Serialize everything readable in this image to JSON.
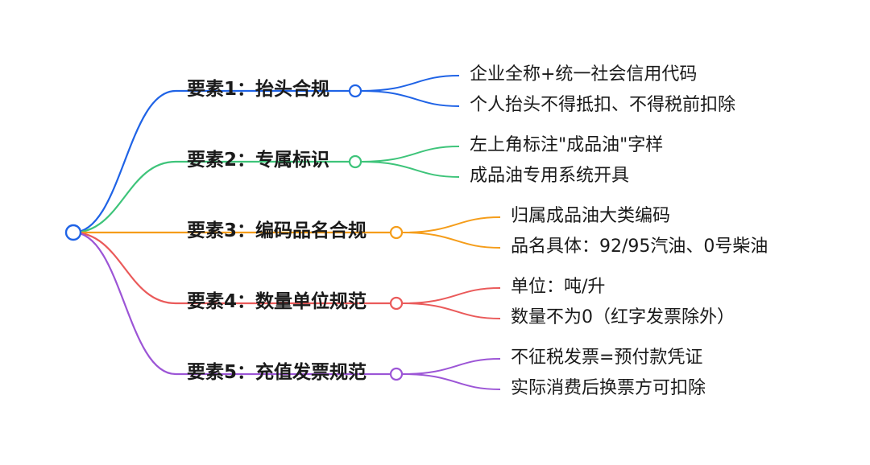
{
  "mindmap": {
    "branches": [
      {
        "label": "要素1：抬头合规",
        "color": "#1f63e6",
        "children": [
          "企业全称+统一社会信用代码",
          "个人抬头不得抵扣、不得税前扣除"
        ]
      },
      {
        "label": "要素2：专属标识",
        "color": "#3ec47a",
        "children": [
          "左上角标注\"成品油\"字样",
          "成品油专用系统开具"
        ]
      },
      {
        "label": "要素3：编码品名合规",
        "color": "#f59d1a",
        "children": [
          "归属成品油大类编码",
          "品名具体：92/95汽油、0号柴油"
        ]
      },
      {
        "label": "要素4：数量单位规范",
        "color": "#ea5a5a",
        "children": [
          "单位：吨/升",
          "数量不为0（红字发票除外）"
        ]
      },
      {
        "label": "要素5：充值发票规范",
        "color": "#9c55d6",
        "children": [
          "不征税发票=预付款凭证",
          "实际消费后换票方可扣除"
        ]
      }
    ]
  }
}
